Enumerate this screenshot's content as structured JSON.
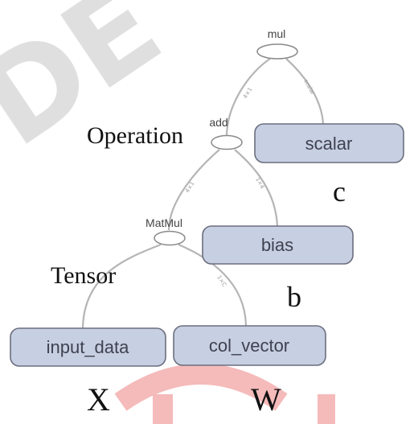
{
  "graph": {
    "ops": {
      "mul": "mul",
      "add": "add",
      "matmul": "MatMul"
    },
    "tensors": {
      "scalar": "scalar",
      "bias": "bias",
      "input_data": "input_data",
      "col_vector": "col_vector"
    },
    "edge_labels": {
      "add_to_mul": "4×1",
      "scalar_to_mul": "scalar",
      "matmul_to_add": "4×1",
      "bias_to_add": "1×4",
      "col_vector_to_matmul": "1×C"
    }
  },
  "annotations": {
    "operation": "Operation",
    "tensor": "Tensor",
    "c": "c",
    "b": "b",
    "x": "X",
    "w": "W"
  },
  "watermark": {
    "text": "DE",
    "color_grey": "#dddddd",
    "color_red": "#f4b3b3"
  },
  "colors": {
    "tensor_fill": "#c7cfe2",
    "tensor_stroke": "#6b6f7e",
    "edge": "#b5b5b5"
  }
}
